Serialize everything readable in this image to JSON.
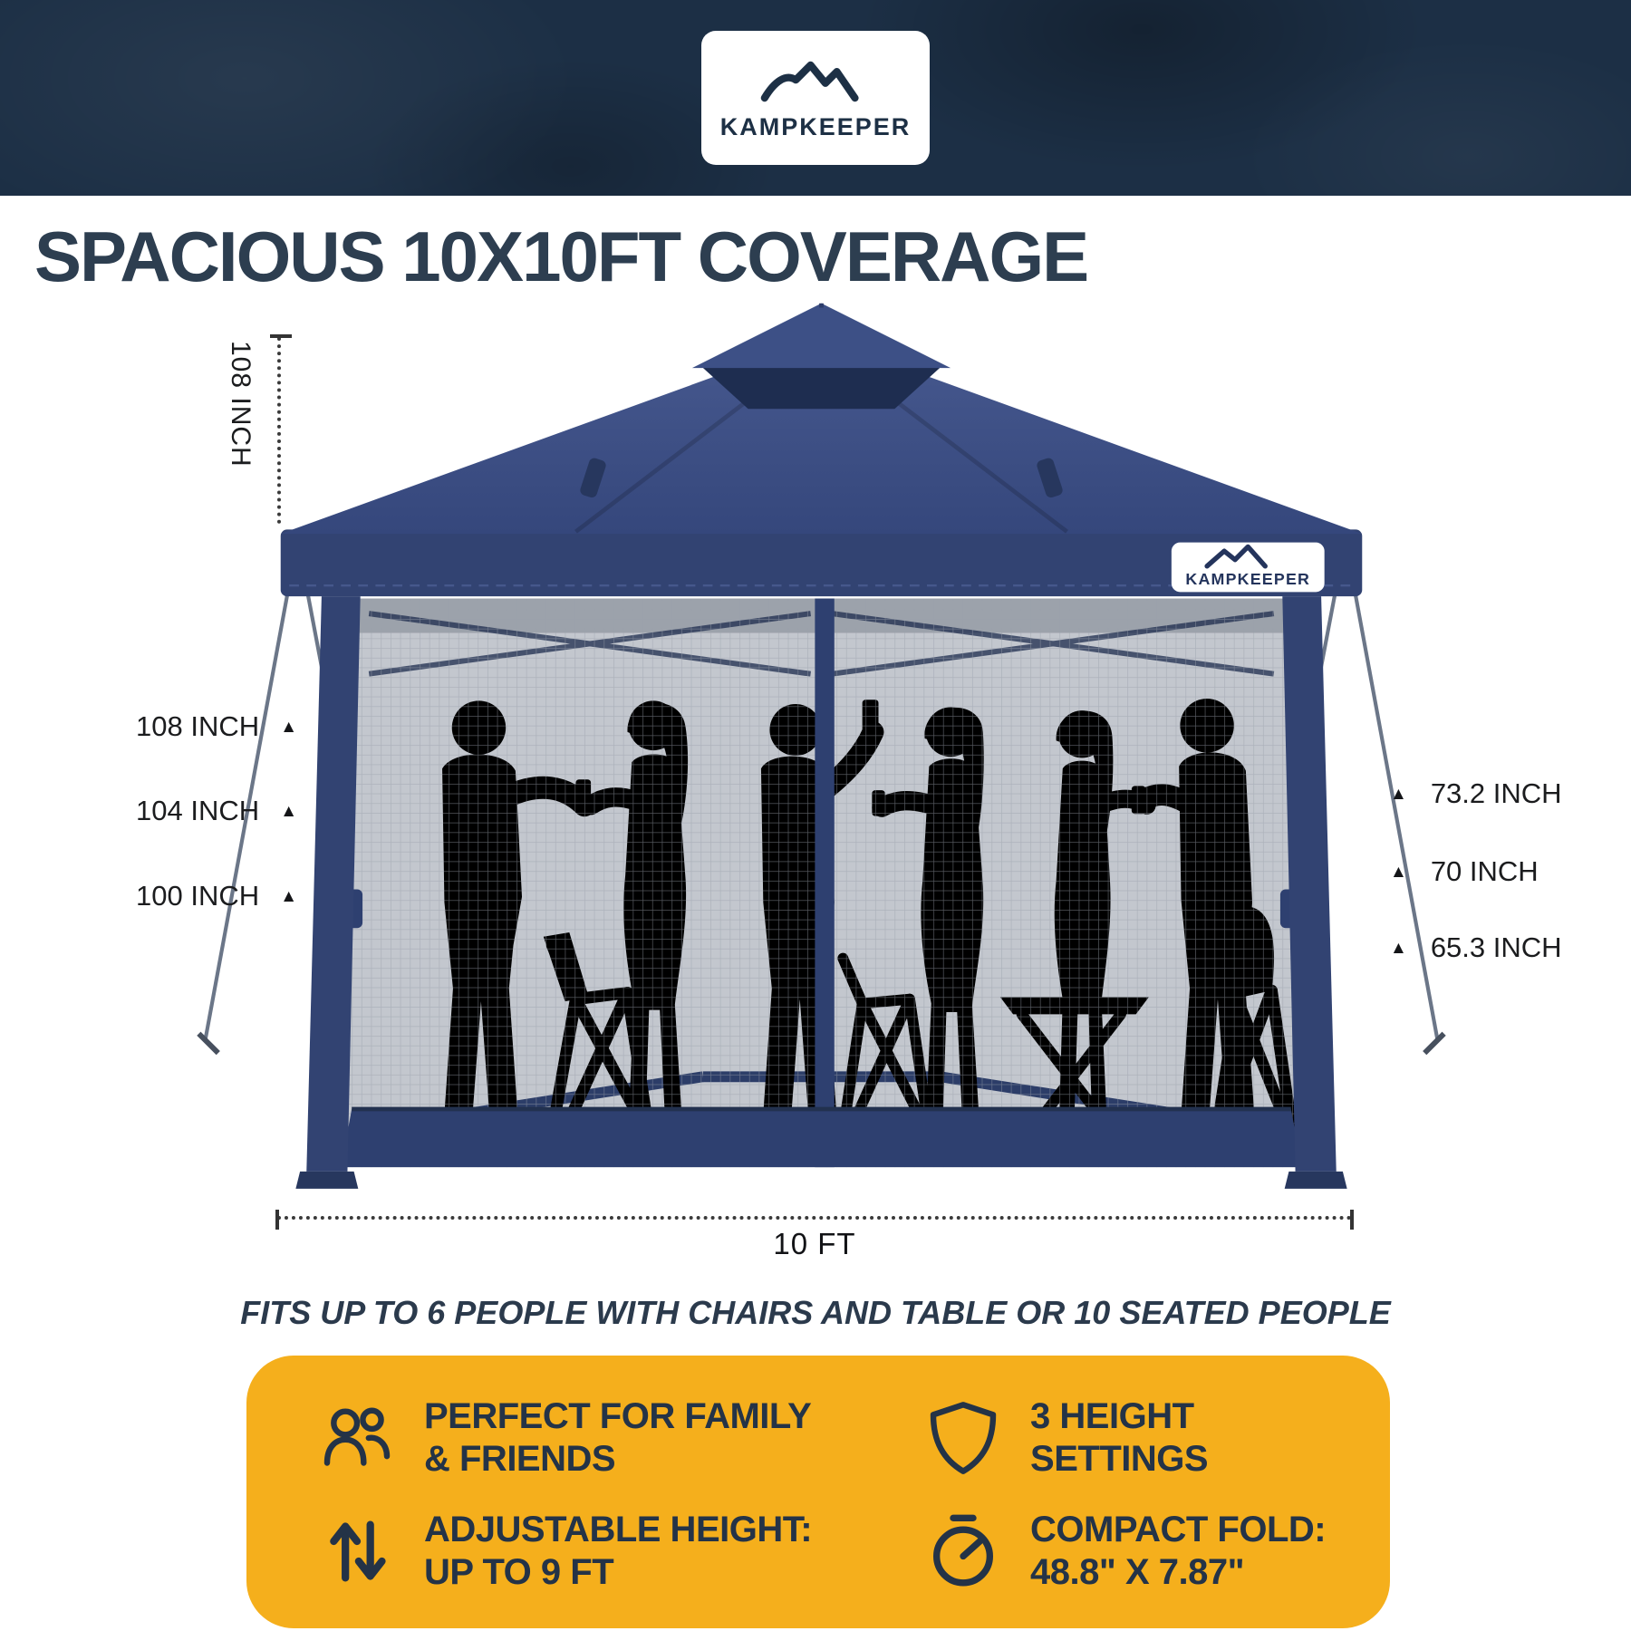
{
  "header": {
    "logo_text": "KAMPKEEPER"
  },
  "title": "SPACIOUS 10X10FT COVERAGE",
  "diagram": {
    "top_dimension": "108 INCH",
    "left_dimensions": [
      "108 INCH",
      "104 INCH",
      "100 INCH"
    ],
    "right_dimensions": [
      "73.2 INCH",
      "70 INCH",
      "65.3 INCH"
    ],
    "bottom_dimension": "10 FT",
    "tent_logo_text": "KAMPKEEPER"
  },
  "caption": "FITS UP TO 6 PEOPLE WITH CHAIRS AND TABLE OR 10 SEATED PEOPLE",
  "colors": {
    "header_navy": "#1c2f45",
    "canopy_blue": "#3c5187",
    "valance_navy": "#324372",
    "panel_yellow": "#F5AF1C",
    "text_navy": "#243347"
  },
  "features": {
    "items": [
      {
        "icon": "people-icon",
        "lines": [
          "PERFECT FOR FAMILY",
          "& FRIENDS"
        ]
      },
      {
        "icon": "shield-icon",
        "lines": [
          "3 HEIGHT",
          "SETTINGS"
        ]
      },
      {
        "icon": "adjust-height-icon",
        "lines": [
          "ADJUSTABLE HEIGHT:",
          "UP TO 9 FT"
        ]
      },
      {
        "icon": "compact-fold-icon",
        "lines": [
          "COMPACT FOLD:",
          "48.8\" X 7.87\""
        ]
      }
    ]
  }
}
